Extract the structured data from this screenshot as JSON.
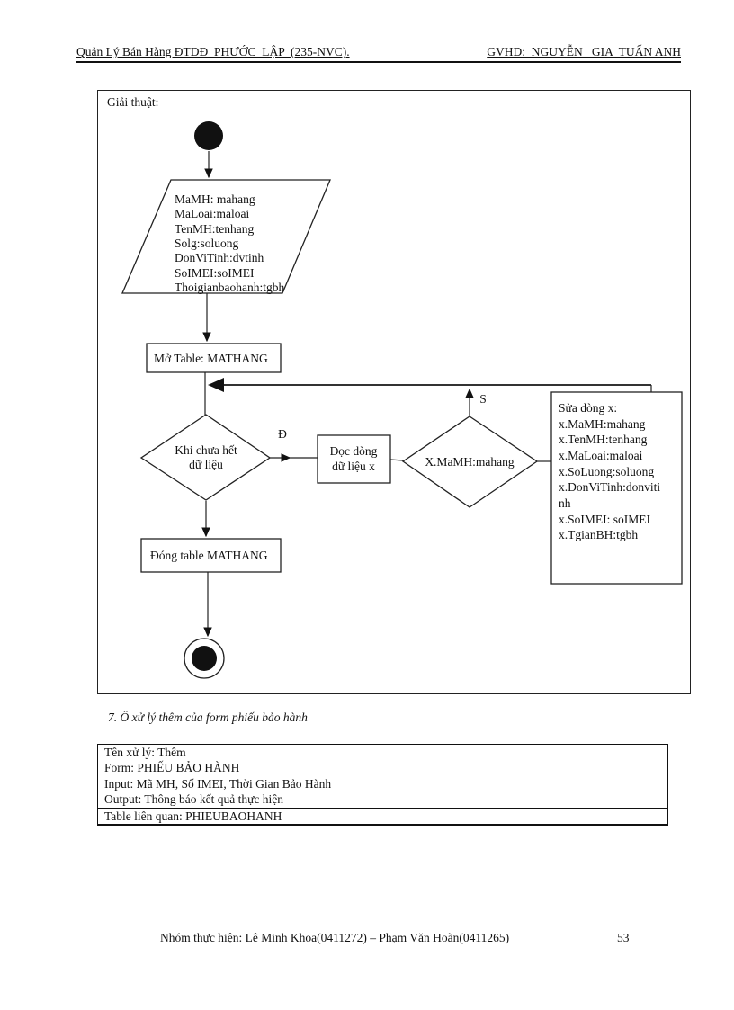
{
  "header": {
    "left": "Quản Lý Bán Hàng ĐTDĐ  PHƯỚC  LẬP  (235-NVC).",
    "right": "GVHD:  NGUYỄN   GIA  TUẤN ANH"
  },
  "flowchart": {
    "title": "Giải thuật:",
    "input_lines": [
      "MaMH: mahang",
      "MaLoai:maloai",
      "TenMH:tenhang",
      "Solg:soluong",
      "DonViTinh:dvtinh",
      "SoIMEI:soIMEI",
      "Thoigianbaohanh:tgbh"
    ],
    "open_table": "Mở Table: MATHANG",
    "loop_condition": [
      "Khi chưa hết",
      "dữ liệu"
    ],
    "branch_true": "Đ",
    "branch_false": "S",
    "read_row": [
      "Đọc dòng",
      "dữ liệu x"
    ],
    "match_condition": "X.MaMH:mahang",
    "update_lines": [
      "Sửa dòng x:",
      "x.MaMH:mahang",
      "x.TenMH:tenhang",
      "x.MaLoai:maloai",
      "x.SoLuong:soluong",
      "x.DonViTinh:donviti",
      "nh",
      "x.SoIMEI: soIMEI",
      "x.TgianBH:tgbh"
    ],
    "close_table": "Đóng table MATHANG"
  },
  "caption": "7. Ô xử lý thêm của form phiếu bảo hành",
  "info_table": {
    "rows": [
      "Tên xử lý: Thêm",
      "Form: PHIẾU BẢO HÀNH",
      "Input: Mã MH, Số IMEI, Thời Gian Bảo Hành",
      "Output: Thông báo kết quả thực hiện",
      "Table liên quan: PHIEUBAOHANH"
    ]
  },
  "footer": {
    "text": "Nhóm thực hiện: Lê Minh Khoa(0411272) – Phạm Văn Hoàn(0411265)",
    "page_number": "53"
  }
}
